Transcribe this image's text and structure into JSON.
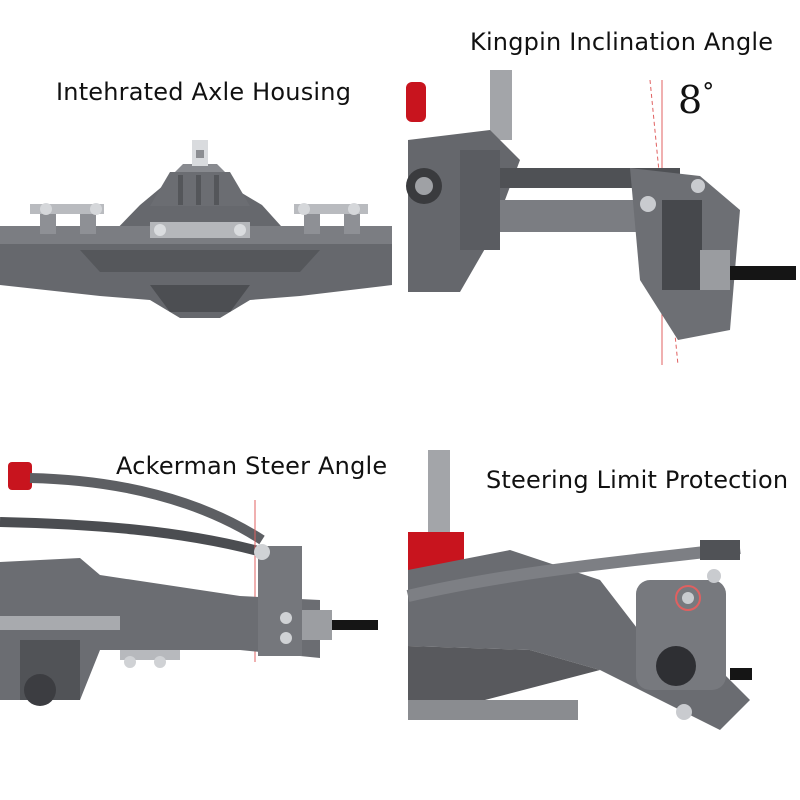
{
  "panels": [
    {
      "caption": "Intehrated Axle Housing"
    },
    {
      "caption": "Kingpin Inclination Angle",
      "angle_label": "8",
      "angle_unit": "°"
    },
    {
      "caption": "Ackerman Steer Angle"
    },
    {
      "caption": "Steering Limit Protection"
    }
  ],
  "colors": {
    "metal_dark": "#5f6166",
    "metal_mid": "#7d7f84",
    "metal_light": "#a7a9ad",
    "steel": "#c9cbcf",
    "red_anodized": "#c8141e",
    "guide_line": "#e06060",
    "black": "#151515"
  }
}
